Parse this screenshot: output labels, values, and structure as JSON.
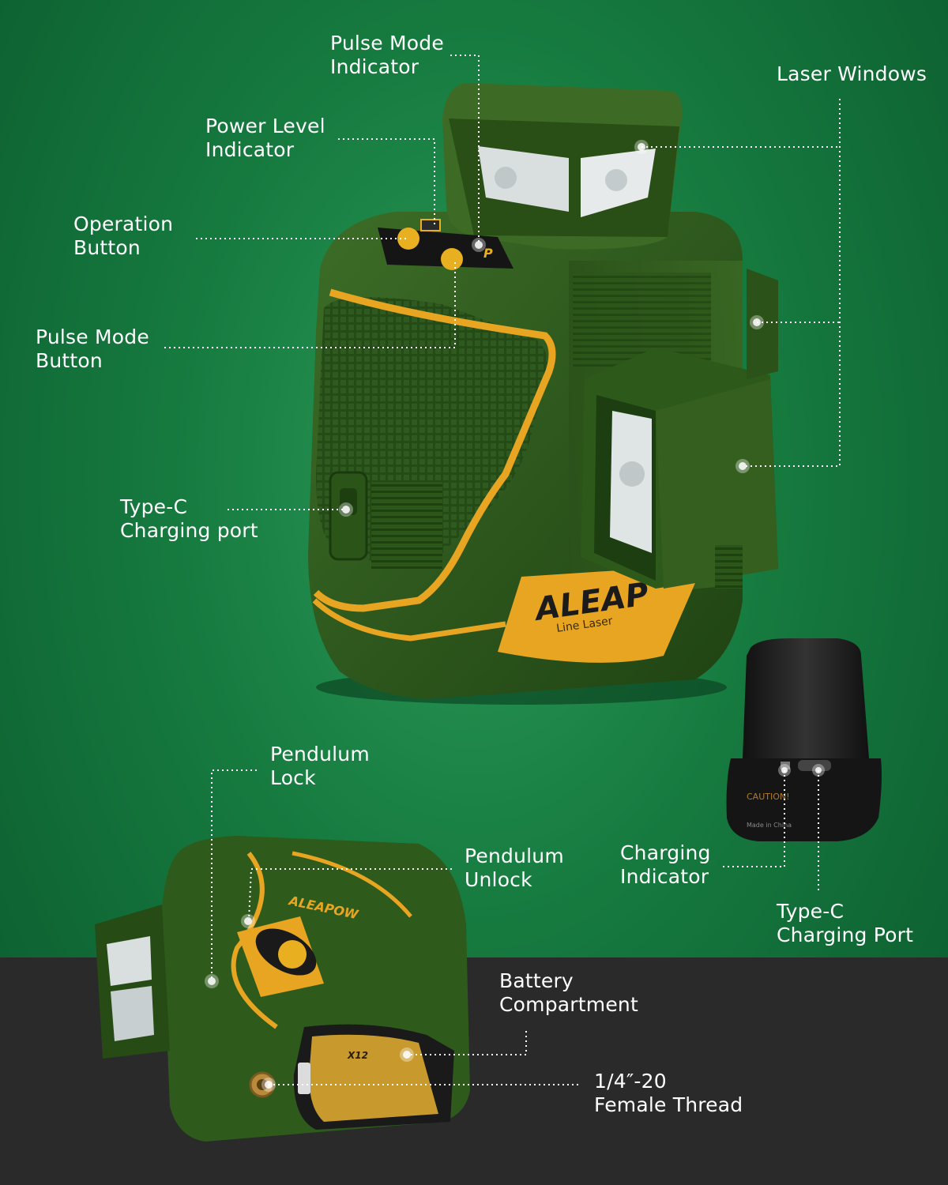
{
  "labels": {
    "pulse_mode_indicator": [
      "Pulse Mode",
      "Indicator"
    ],
    "laser_windows": [
      "Laser Windows"
    ],
    "power_level_indicator": [
      "Power Level",
      "Indicator"
    ],
    "operation_button": [
      "Operation",
      "Button"
    ],
    "pulse_mode_button": [
      "Pulse Mode",
      "Button"
    ],
    "type_c_charging_port": [
      "Type-C",
      "Charging port"
    ],
    "pendulum_lock": [
      "Pendulum",
      "Lock"
    ],
    "pendulum_unlock": [
      "Pendulum",
      "Unlock"
    ],
    "charging_indicator": [
      "Charging",
      "Indicator"
    ],
    "battery_type_c_port": [
      "Type-C",
      "Charging Port"
    ],
    "battery_compartment": [
      "Battery",
      "Compartment"
    ],
    "female_thread": [
      "1/4″-20",
      "Female Thread"
    ]
  },
  "product": {
    "brand": "ALEAPOW",
    "brand_partial": "ALEAP",
    "subtitle": "Line Laser",
    "model": "X12",
    "button_p_label": "P",
    "battery_caution": "CAUTION!",
    "battery_origin": "Made in China"
  },
  "colors": {
    "background": "#167a3f",
    "body_green": "#2f5a1f",
    "accent_yellow": "#e8a521",
    "bottom_band": "#2a2a2a",
    "battery_black": "#1c1c1c"
  }
}
